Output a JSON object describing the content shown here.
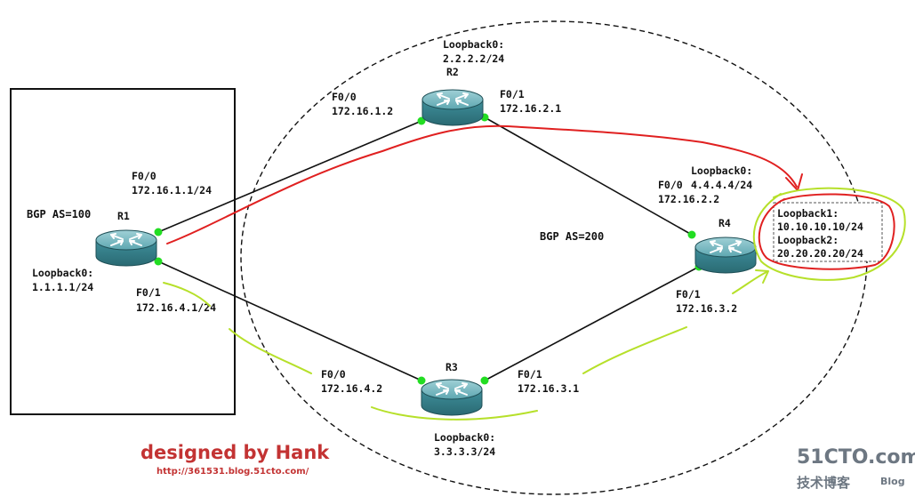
{
  "areas": {
    "as100": "BGP AS=100",
    "as200": "BGP AS=200"
  },
  "routers": {
    "r1": {
      "name": "R1",
      "loopback_title": "Loopback0:",
      "loopback_ip": "1.1.1.1/24"
    },
    "r2": {
      "name": "R2",
      "loopback_title": "Loopback0:",
      "loopback_ip": "2.2.2.2/24"
    },
    "r3": {
      "name": "R3",
      "loopback_title": "Loopback0:",
      "loopback_ip": "3.3.3.3/24"
    },
    "r4": {
      "name": "R4",
      "loopback_title": "Loopback0:",
      "loopback_ip": "4.4.4.4/24",
      "loopback1_title": "Loopback1:",
      "loopback1_ip": "10.10.10.10/24",
      "loopback2_title": "Loopback2:",
      "loopback2_ip": "20.20.20.20/24"
    }
  },
  "interfaces": {
    "r1_f00": {
      "port": "F0/0",
      "ip": "172.16.1.1/24"
    },
    "r1_f01": {
      "port": "F0/1",
      "ip": "172.16.4.1/24"
    },
    "r2_f00": {
      "port": "F0/0",
      "ip": "172.16.1.2"
    },
    "r2_f01": {
      "port": "F0/1",
      "ip": "172.16.2.1"
    },
    "r3_f00": {
      "port": "F0/0",
      "ip": "172.16.4.2"
    },
    "r3_f01": {
      "port": "F0/1",
      "ip": "172.16.3.1"
    },
    "r4_f00": {
      "port": "F0/0",
      "ip": "172.16.2.2"
    },
    "r4_f01": {
      "port": "F0/1",
      "ip": "172.16.3.2"
    }
  },
  "credit": {
    "designed_by": "designed by Hank",
    "url": "http://361531.blog.51cto.com/"
  },
  "watermark": {
    "site": "51CTO.com",
    "cn": "技术博客",
    "blog": "Blog"
  },
  "colors": {
    "router_body": "#3f8d99",
    "router_top": "#7fb8c0",
    "link_dot": "#22dd22",
    "red_annotation": "#e02020",
    "green_annotation": "#b6e02a"
  }
}
